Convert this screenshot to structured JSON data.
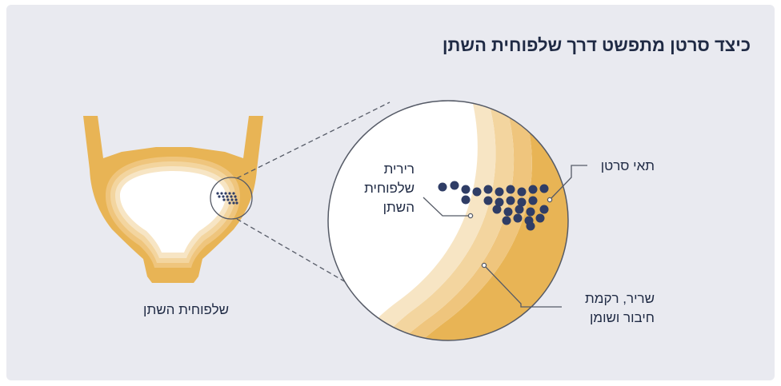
{
  "title": "כיצד סרטן מתפשט דרך שלפוחית השתן",
  "labels": {
    "organ": "שלפוחית השתן",
    "lining": [
      "רירית",
      "שלפוחית",
      "השתן"
    ],
    "cancer_cells": "תאי סרטן",
    "muscle": [
      "שריר, רקמת",
      "חיבור ושומן"
    ]
  },
  "colors": {
    "background": "#e9eaf0",
    "text": "#1f2a44",
    "bladder_outer": "#e8b455",
    "layer_2": "#efc57d",
    "layer_3": "#f3d59f",
    "layer_4": "#f7e5c4",
    "lining": "#ffffff",
    "cells": "#2f3d66",
    "lines": "#555a66"
  }
}
